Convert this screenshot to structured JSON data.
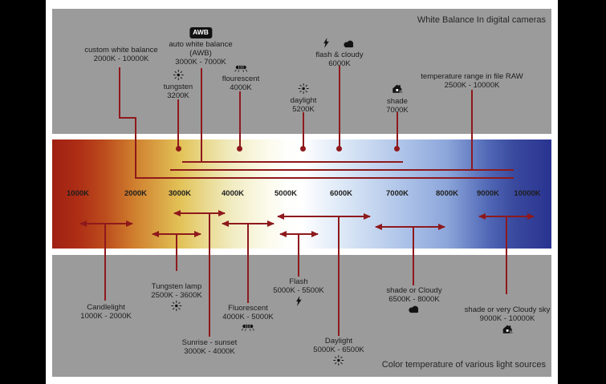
{
  "title": "White Balance In digital cameras",
  "caption": "Color temperature of various light sources",
  "colors": {
    "frame": "#000000",
    "canvas": "#ffffff",
    "panel": "#9b9b9b",
    "accent": "#8e191c",
    "gradient_left": "#a02113",
    "gradient_right": "#293390"
  },
  "scale": {
    "ticks": [
      "1000K",
      "2000K",
      "3000K",
      "4000K",
      "5000K",
      "6000K",
      "7000K",
      "8000K",
      "9000K",
      "10000K"
    ]
  },
  "top_labels": [
    {
      "id": "custom-white-balance",
      "lines": [
        "custom white balance",
        "2000K - 10000K"
      ]
    },
    {
      "id": "auto-white-balance",
      "badge": "AWB",
      "lines": [
        "auto white balance",
        "(AWB)",
        "3000K - 7000K"
      ]
    },
    {
      "id": "tungsten",
      "icon": "sun-icon",
      "lines": [
        "tungsten",
        "3200K"
      ]
    },
    {
      "id": "fluorescent",
      "icon": "fluorescent-icon",
      "lines": [
        "flourescent",
        "4000K"
      ]
    },
    {
      "id": "daylight",
      "icon": "sun-icon",
      "lines": [
        "daylight",
        "5200K"
      ]
    },
    {
      "id": "flash-cloudy",
      "icons": [
        "lightning-icon",
        "cloud-icon"
      ],
      "lines": [
        "flash & cloudy",
        "6000K"
      ]
    },
    {
      "id": "shade",
      "icon": "shade-house-icon",
      "lines": [
        "shade",
        "7000K"
      ]
    },
    {
      "id": "raw-range",
      "lines": [
        "temperature range in file RAW",
        "2500K - 10000K"
      ]
    }
  ],
  "bottom_labels": [
    {
      "id": "candlelight",
      "lines": [
        "Candlelight",
        "1000K - 2000K"
      ]
    },
    {
      "id": "tungsten-lamp",
      "icon": "sun-icon",
      "lines": [
        "Tungsten lamp",
        "2500K - 3600K"
      ]
    },
    {
      "id": "sunrise-sunset",
      "lines": [
        "Sunrise - sunset",
        "3000K - 4000K"
      ]
    },
    {
      "id": "fluorescent",
      "icon": "fluorescent-icon",
      "lines": [
        "Fluorescent",
        "4000K - 5000K"
      ]
    },
    {
      "id": "flash",
      "icon": "lightning-icon",
      "lines": [
        "Flash",
        "5000K - 5500K"
      ]
    },
    {
      "id": "daylight",
      "icon": "sun-icon",
      "lines": [
        "Daylight",
        "5000K - 6500K"
      ]
    },
    {
      "id": "shade-or-cloudy",
      "icon": "cloud-icon",
      "lines": [
        "shade or  Cloudy",
        "6500K - 8000K"
      ]
    },
    {
      "id": "shade-or-very-cloudy-sky",
      "icon": "shade-house-icon",
      "lines": [
        "shade or very Cloudy sky",
        "9000K - 10000K"
      ]
    }
  ]
}
